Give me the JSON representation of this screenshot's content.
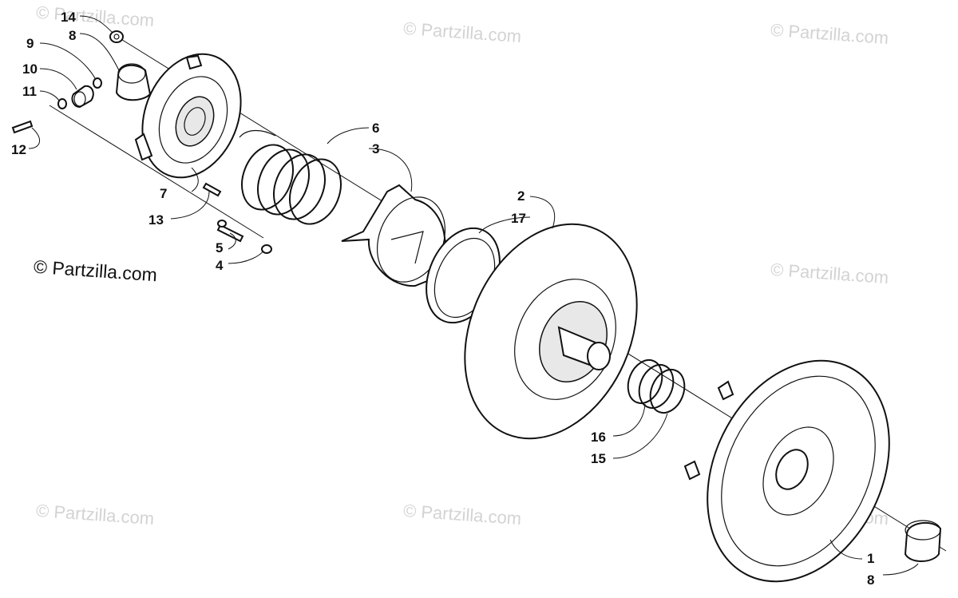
{
  "watermarks": {
    "main": "© Partzilla.com",
    "faint": "© Partzilla.com"
  },
  "callouts": [
    "14",
    "8",
    "9",
    "10",
    "11",
    "12",
    "7",
    "13",
    "6",
    "3",
    "5",
    "4",
    "2",
    "17",
    "16",
    "15",
    "1",
    "8"
  ],
  "colors": {
    "ink": "#111111",
    "watermark": "#d3d3d3",
    "background": "#ffffff"
  }
}
